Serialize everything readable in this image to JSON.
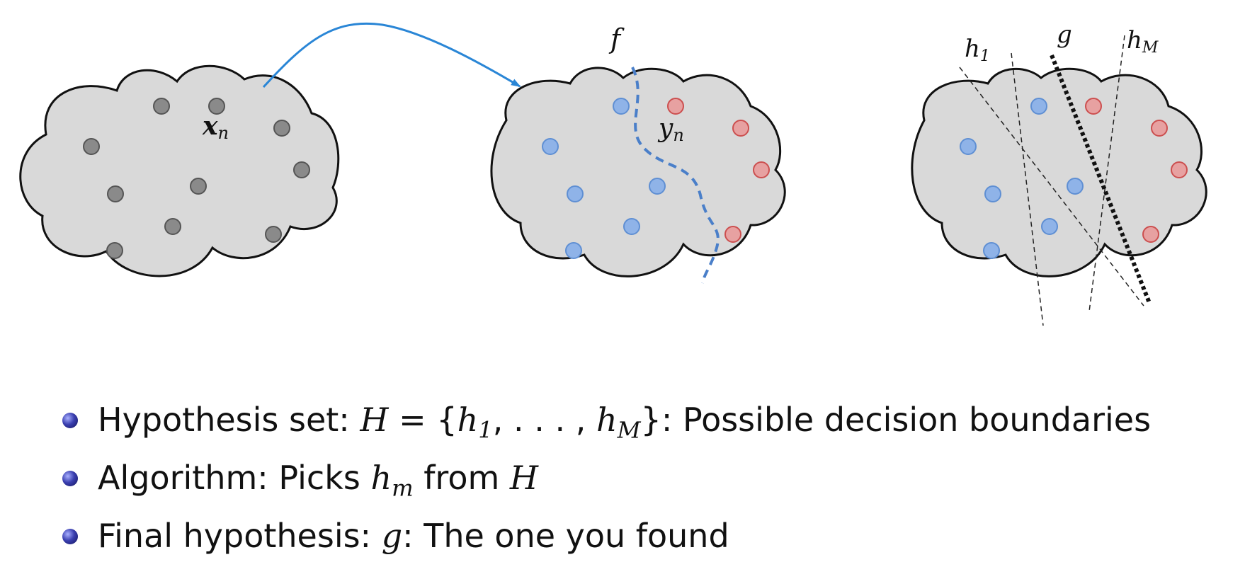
{
  "diagram": {
    "colors": {
      "cloud_fill": "#d9d9d9",
      "cloud_stroke": "#111111",
      "neutral_point": "#8a8a8a",
      "blue_point": "#8fb3e8",
      "blue_point_stroke": "#5f8fd3",
      "red_point": "#e7a1a1",
      "red_point_stroke": "#cc4f4f",
      "arrow": "#2a86d6",
      "boundary_f": "#4a7fc9"
    },
    "labels": {
      "xn_main": "x",
      "xn_sub": "n",
      "yn_main": "y",
      "yn_sub": "n",
      "f": "f",
      "h1_main": "h",
      "h1_sub": "1",
      "g": "g",
      "hM_main": "h",
      "hM_sub": "M"
    }
  },
  "bullets": [
    {
      "text_1": "Hypothesis set: ",
      "set_symbol": "H",
      "equals": " = {",
      "h1_main": "h",
      "h1_sub": "1",
      "dots": ", . . . , ",
      "hM_main": "h",
      "hM_sub": "M",
      "close": "}",
      "text_2": ": Possible decision boundaries"
    },
    {
      "text_1": "Algorithm: Picks ",
      "hm_main": "h",
      "hm_sub": "m",
      "text_2": " from ",
      "set_symbol": "H"
    },
    {
      "text_1": "Final hypothesis: ",
      "g": "g",
      "text_2": ": The one you found"
    }
  ]
}
